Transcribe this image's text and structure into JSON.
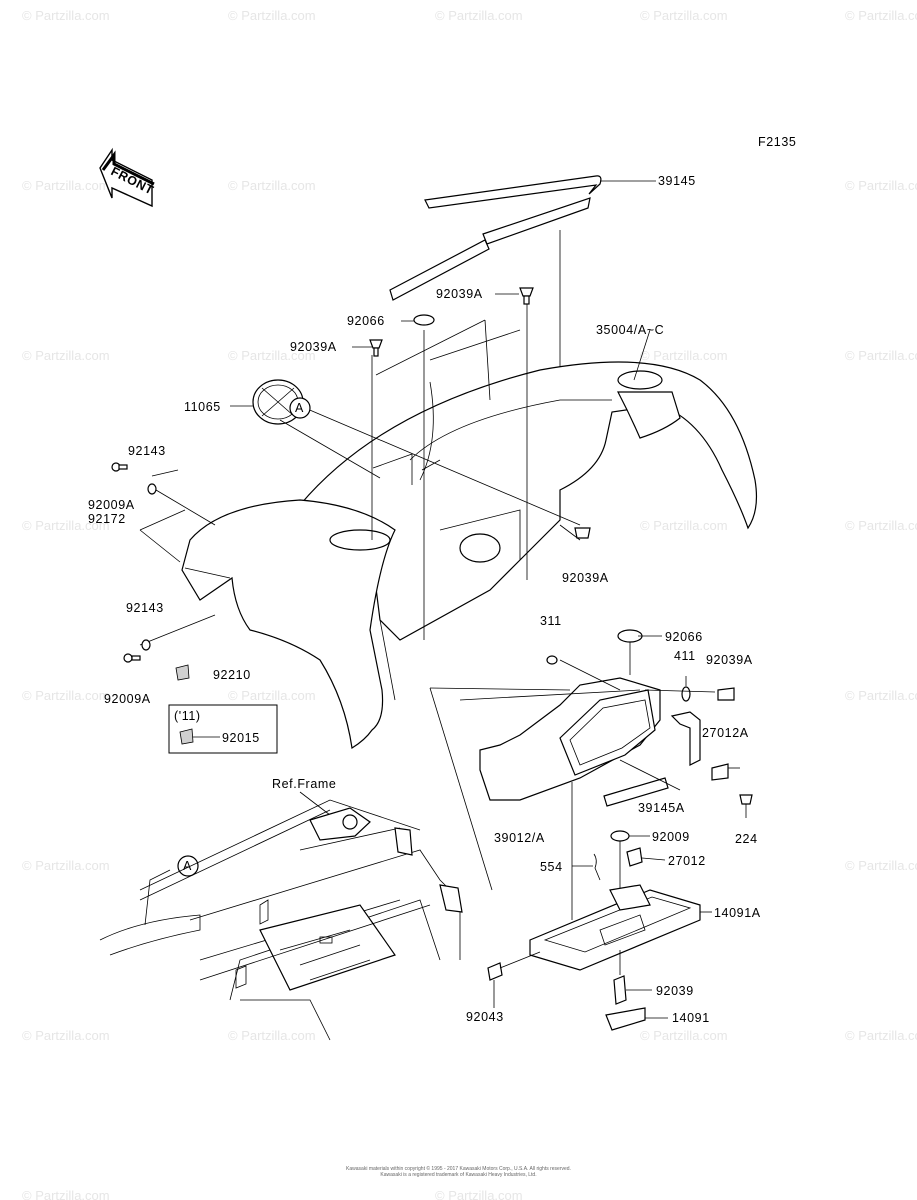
{
  "diagram": {
    "figure_code": "F2135",
    "front_arrow_text": "FRONT",
    "ref_frame_label": "Ref.Frame",
    "year_box_label": "('11)",
    "ref_markers": [
      "A",
      "A"
    ],
    "watermark_text": "© Partzilla.com",
    "copyright_line1": "Kawasaki materials within copyright © 1995 - 2017 Kawasaki Motors Corp., U.S.A. All rights reserved.",
    "copyright_line2": "Kawasaki is a registered trademark of Kawasaki Heavy Industries, Ltd.",
    "part_labels": {
      "p39145": "39145",
      "p92039A_top": "92039A",
      "p92066_top": "92066",
      "p35004": "35004/A~C",
      "p92039A_left": "92039A",
      "p11065": "11065",
      "p92143_top": "92143",
      "p92009A_top": "92009A",
      "p92172": "92172",
      "p92039A_mid": "92039A",
      "p92143_bottom": "92143",
      "p92009A_bottom": "92009A",
      "p92210": "92210",
      "p92015": "92015",
      "p311": "311",
      "p92066_right": "92066",
      "p411": "411",
      "p92039A_right": "92039A",
      "p27012A": "27012A",
      "p39145A": "39145A",
      "p39012": "39012/A",
      "p224": "224",
      "p92009": "92009",
      "p554": "554",
      "p27012": "27012",
      "p14091A": "14091A",
      "p92039": "92039",
      "p92043": "92043",
      "p14091": "14091"
    }
  }
}
